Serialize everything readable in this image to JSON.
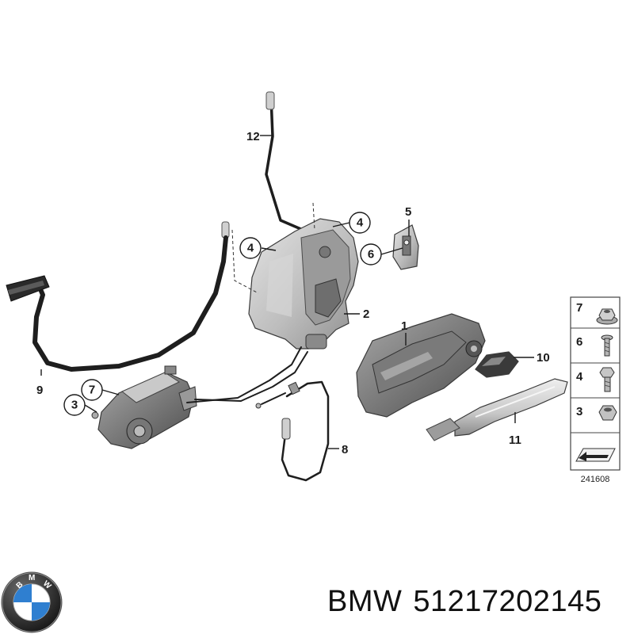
{
  "diagram": {
    "callouts": [
      {
        "id": "1",
        "label": "1"
      },
      {
        "id": "2",
        "label": "2"
      },
      {
        "id": "3",
        "label": "3"
      },
      {
        "id": "4a",
        "label": "4"
      },
      {
        "id": "4b",
        "label": "4"
      },
      {
        "id": "5",
        "label": "5"
      },
      {
        "id": "6",
        "label": "6"
      },
      {
        "id": "7",
        "label": "7"
      },
      {
        "id": "8",
        "label": "8"
      },
      {
        "id": "9",
        "label": "9"
      },
      {
        "id": "10",
        "label": "10"
      },
      {
        "id": "11",
        "label": "11"
      },
      {
        "id": "12",
        "label": "12"
      }
    ],
    "legend": {
      "items": [
        {
          "label": "7",
          "icon": "flange-nut-icon"
        },
        {
          "label": "6",
          "icon": "screw-icon"
        },
        {
          "label": "4",
          "icon": "bolt-icon"
        },
        {
          "label": "3",
          "icon": "hex-nut-icon"
        }
      ],
      "direction_icon": "arrow-plate-icon"
    },
    "diagram_number": "241608"
  },
  "footer": {
    "brand_logo": "bmw-roundel-logo",
    "brand": "BMW",
    "part_number": "51217202145"
  }
}
